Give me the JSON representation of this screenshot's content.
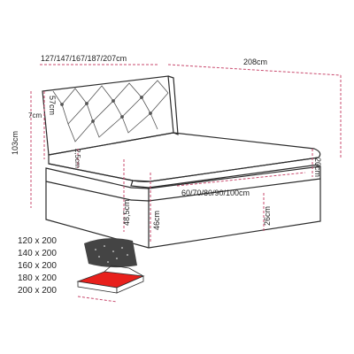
{
  "diagram": {
    "dimensions": {
      "top_width": "127/147/167/187/207cm",
      "length": "208cm",
      "headboard_tall": "57cm",
      "headboard_gap": "7cm",
      "total_height": "103cm",
      "topper_thickness": "2,5cm",
      "front_height": "48,5cm",
      "base_height": "46cm",
      "side_height": "26cm",
      "mattress_widths": "60/70/80/90/100cm",
      "topper_edge": "20cm"
    },
    "sizes": [
      "120 x 200",
      "140 x 200",
      "160 x 200",
      "180 x 200",
      "200 x 200"
    ],
    "colors": {
      "line": "#2b2b2b",
      "dimension": "#c94a6e",
      "storage": "#e8201c",
      "storage_lid": "#444444"
    }
  }
}
